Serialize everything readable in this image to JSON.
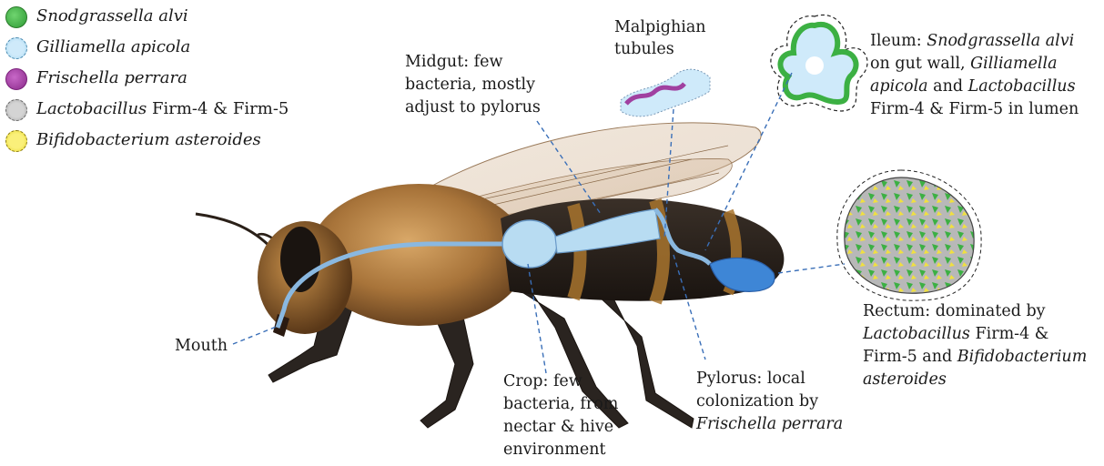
{
  "legend": [
    {
      "italic": "Snodgrassella alvi",
      "rest": "",
      "color": "#3cb043",
      "pattern": "solid"
    },
    {
      "italic": "Gilliamella apicola",
      "rest": "",
      "color": "#a8d8f0",
      "pattern": "dotted"
    },
    {
      "italic": "Frischella perrara",
      "rest": "",
      "color": "#a040a0",
      "pattern": "solid"
    },
    {
      "italic": "Lactobacillus",
      "rest": " Firm-4 & Firm-5",
      "color": "#b8b8b8",
      "pattern": "dotted"
    },
    {
      "italic": "Bifidobacterium asteroides",
      "rest": "",
      "color": "#f0e040",
      "pattern": "dotted"
    }
  ],
  "labels": {
    "mouth": "Mouth",
    "malpighian_1": "Malpighian",
    "malpighian_2": "tubules",
    "midgut_1": "Midgut: few",
    "midgut_2": "bacteria, mostly",
    "midgut_3": "adjust to pylorus",
    "ileum_1_a": "Ileum: ",
    "ileum_1_b": "Snodgrassella alvi",
    "ileum_2_a": "on gut wall, ",
    "ileum_2_b": "Gilliamella",
    "ileum_3_a": "apicola",
    "ileum_3_b": " and ",
    "ileum_3_c": "Lactobacillus",
    "ileum_4": "Firm-4 & Firm-5 in lumen",
    "rectum_1": "Rectum: dominated by",
    "rectum_2_a": "Lactobacillus",
    "rectum_2_b": " Firm-4 &",
    "rectum_3_a": "Firm-5 and ",
    "rectum_3_b": "Bifidobacterium",
    "rectum_4": "asteroides",
    "crop_1": "Crop: few",
    "crop_2": "bacteria, from",
    "crop_3": "nectar & hive",
    "crop_4": "environment",
    "pylorus_1": "Pylorus: local",
    "pylorus_2": "colonization by",
    "pylorus_3": "Frischella perrara"
  },
  "colors": {
    "gut_tube": "#8ab8e0",
    "gut_organ": "#b8dcf2",
    "rectum_organ": "#3e86d6",
    "leader_line": "#3a6fb8",
    "bee_fur": "#b07a40",
    "bee_dark": "#2a2420"
  }
}
